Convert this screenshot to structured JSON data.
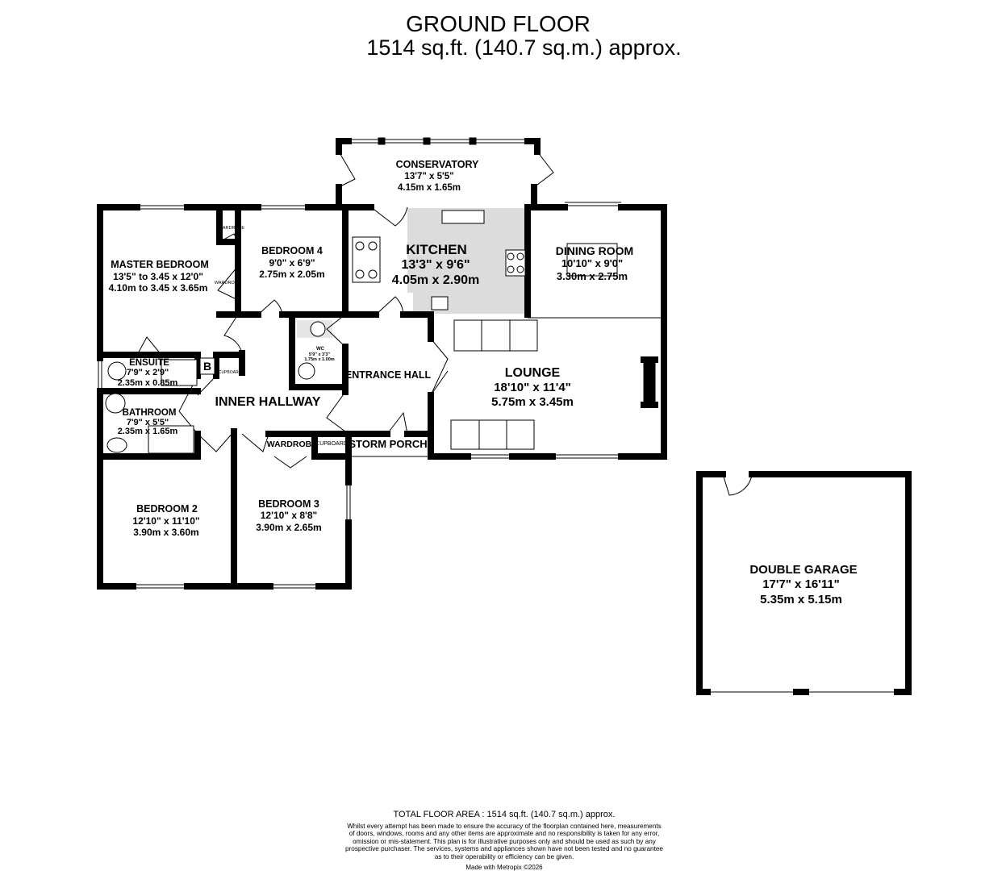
{
  "header": {
    "title": "GROUND FLOOR",
    "subtitle": "1514 sq.ft. (140.7 sq.m.) approx."
  },
  "rooms": {
    "conservatory": {
      "name": "CONSERVATORY",
      "imperial": "13'7\"  x 5'5\"",
      "metric": "4.15m  x 1.65m"
    },
    "kitchen": {
      "name": "KITCHEN",
      "imperial": "13'3\"  x 9'6\"",
      "metric": "4.05m  x 2.90m"
    },
    "dining": {
      "name": "DINING ROOM",
      "imperial": "10'10\"  x 9'0\"",
      "metric": "3.30m  x 2.75m"
    },
    "master": {
      "name": "MASTER BEDROOM",
      "imperial": "13'5\" to 3.45 x 12'0\"",
      "metric": "4.10m to 3.45 x 3.65m"
    },
    "bedroom4": {
      "name": "BEDROOM 4",
      "imperial": "9'0\"  x 6'9\"",
      "metric": "2.75m  x 2.05m"
    },
    "wc": {
      "name": "WC",
      "imperial": "5'9\"  x 3'3\"",
      "metric": "1.75m  x 1.00m"
    },
    "ensuite": {
      "name": "ENSUITE",
      "imperial": "7'9\"  x 2'9\"",
      "metric": "2.35m  x 0.85m"
    },
    "bathroom": {
      "name": "BATHROOM",
      "imperial": "7'9\"  x 5'5\"",
      "metric": "2.35m  x 1.65m"
    },
    "lounge": {
      "name": "LOUNGE",
      "imperial": "18'10\"  x 11'4\"",
      "metric": "5.75m  x 3.45m"
    },
    "entrance": {
      "name": "ENTRANCE HALL"
    },
    "inner_hallway": {
      "name": "INNER HALLWAY"
    },
    "storm_porch": {
      "name": "STORM PORCH"
    },
    "bedroom2": {
      "name": "BEDROOM 2",
      "imperial": "12'10\"  x 11'10\"",
      "metric": "3.90m  x 3.60m"
    },
    "bedroom3": {
      "name": "BEDROOM 3",
      "imperial": "12'10\"  x 8'8\"",
      "metric": "3.90m  x 2.65m"
    },
    "garage": {
      "name": "DOUBLE GARAGE",
      "imperial": "17'7\"  x 16'11\"",
      "metric": "5.35m  x 5.15m"
    }
  },
  "small_labels": {
    "wardrobe": "WARDROBE",
    "cupboard": "CUPBOARD",
    "boiler": "B"
  },
  "footer": {
    "total": "TOTAL FLOOR AREA : 1514 sq.ft. (140.7 sq.m.) approx.",
    "disclaimer_lines": [
      "Whilst every attempt has been made to ensure the accuracy of the floorplan contained here, measurements",
      "of doors, windows, rooms and any other items are approximate and no responsibility is taken for any error,",
      "omission or mis-statement. This plan is for illustrative purposes only and should be used as such by any",
      "prospective purchaser. The services, systems and appliances shown have not been tested and no guarantee",
      "as to their operability or efficiency can be given."
    ],
    "made_with": "Made with Metropix ©2026"
  },
  "colors": {
    "wall": "#000000",
    "worktop": "#dcdcdc",
    "background": "#ffffff"
  }
}
